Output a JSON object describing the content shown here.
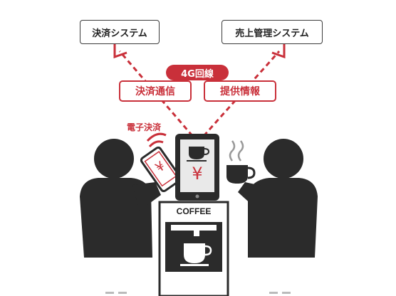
{
  "diagram": {
    "nodes": {
      "payment_system": "決済システム",
      "sales_system": "売上管理システム"
    },
    "network_label": "4G回線",
    "flows": {
      "payment_comm": "決済通信",
      "info_provide": "提供情報"
    },
    "epayment_label": "電子決済",
    "machine_label": "COFFEE",
    "currency_symbol": "¥",
    "colors": {
      "accent": "#c9303a",
      "figure": "#2b2b2b",
      "outline": "#3c3c3c"
    },
    "icons": [
      "person-icon",
      "smartphone-icon",
      "coffee-cup-icon",
      "vending-machine-icon",
      "tablet-icon"
    ]
  }
}
